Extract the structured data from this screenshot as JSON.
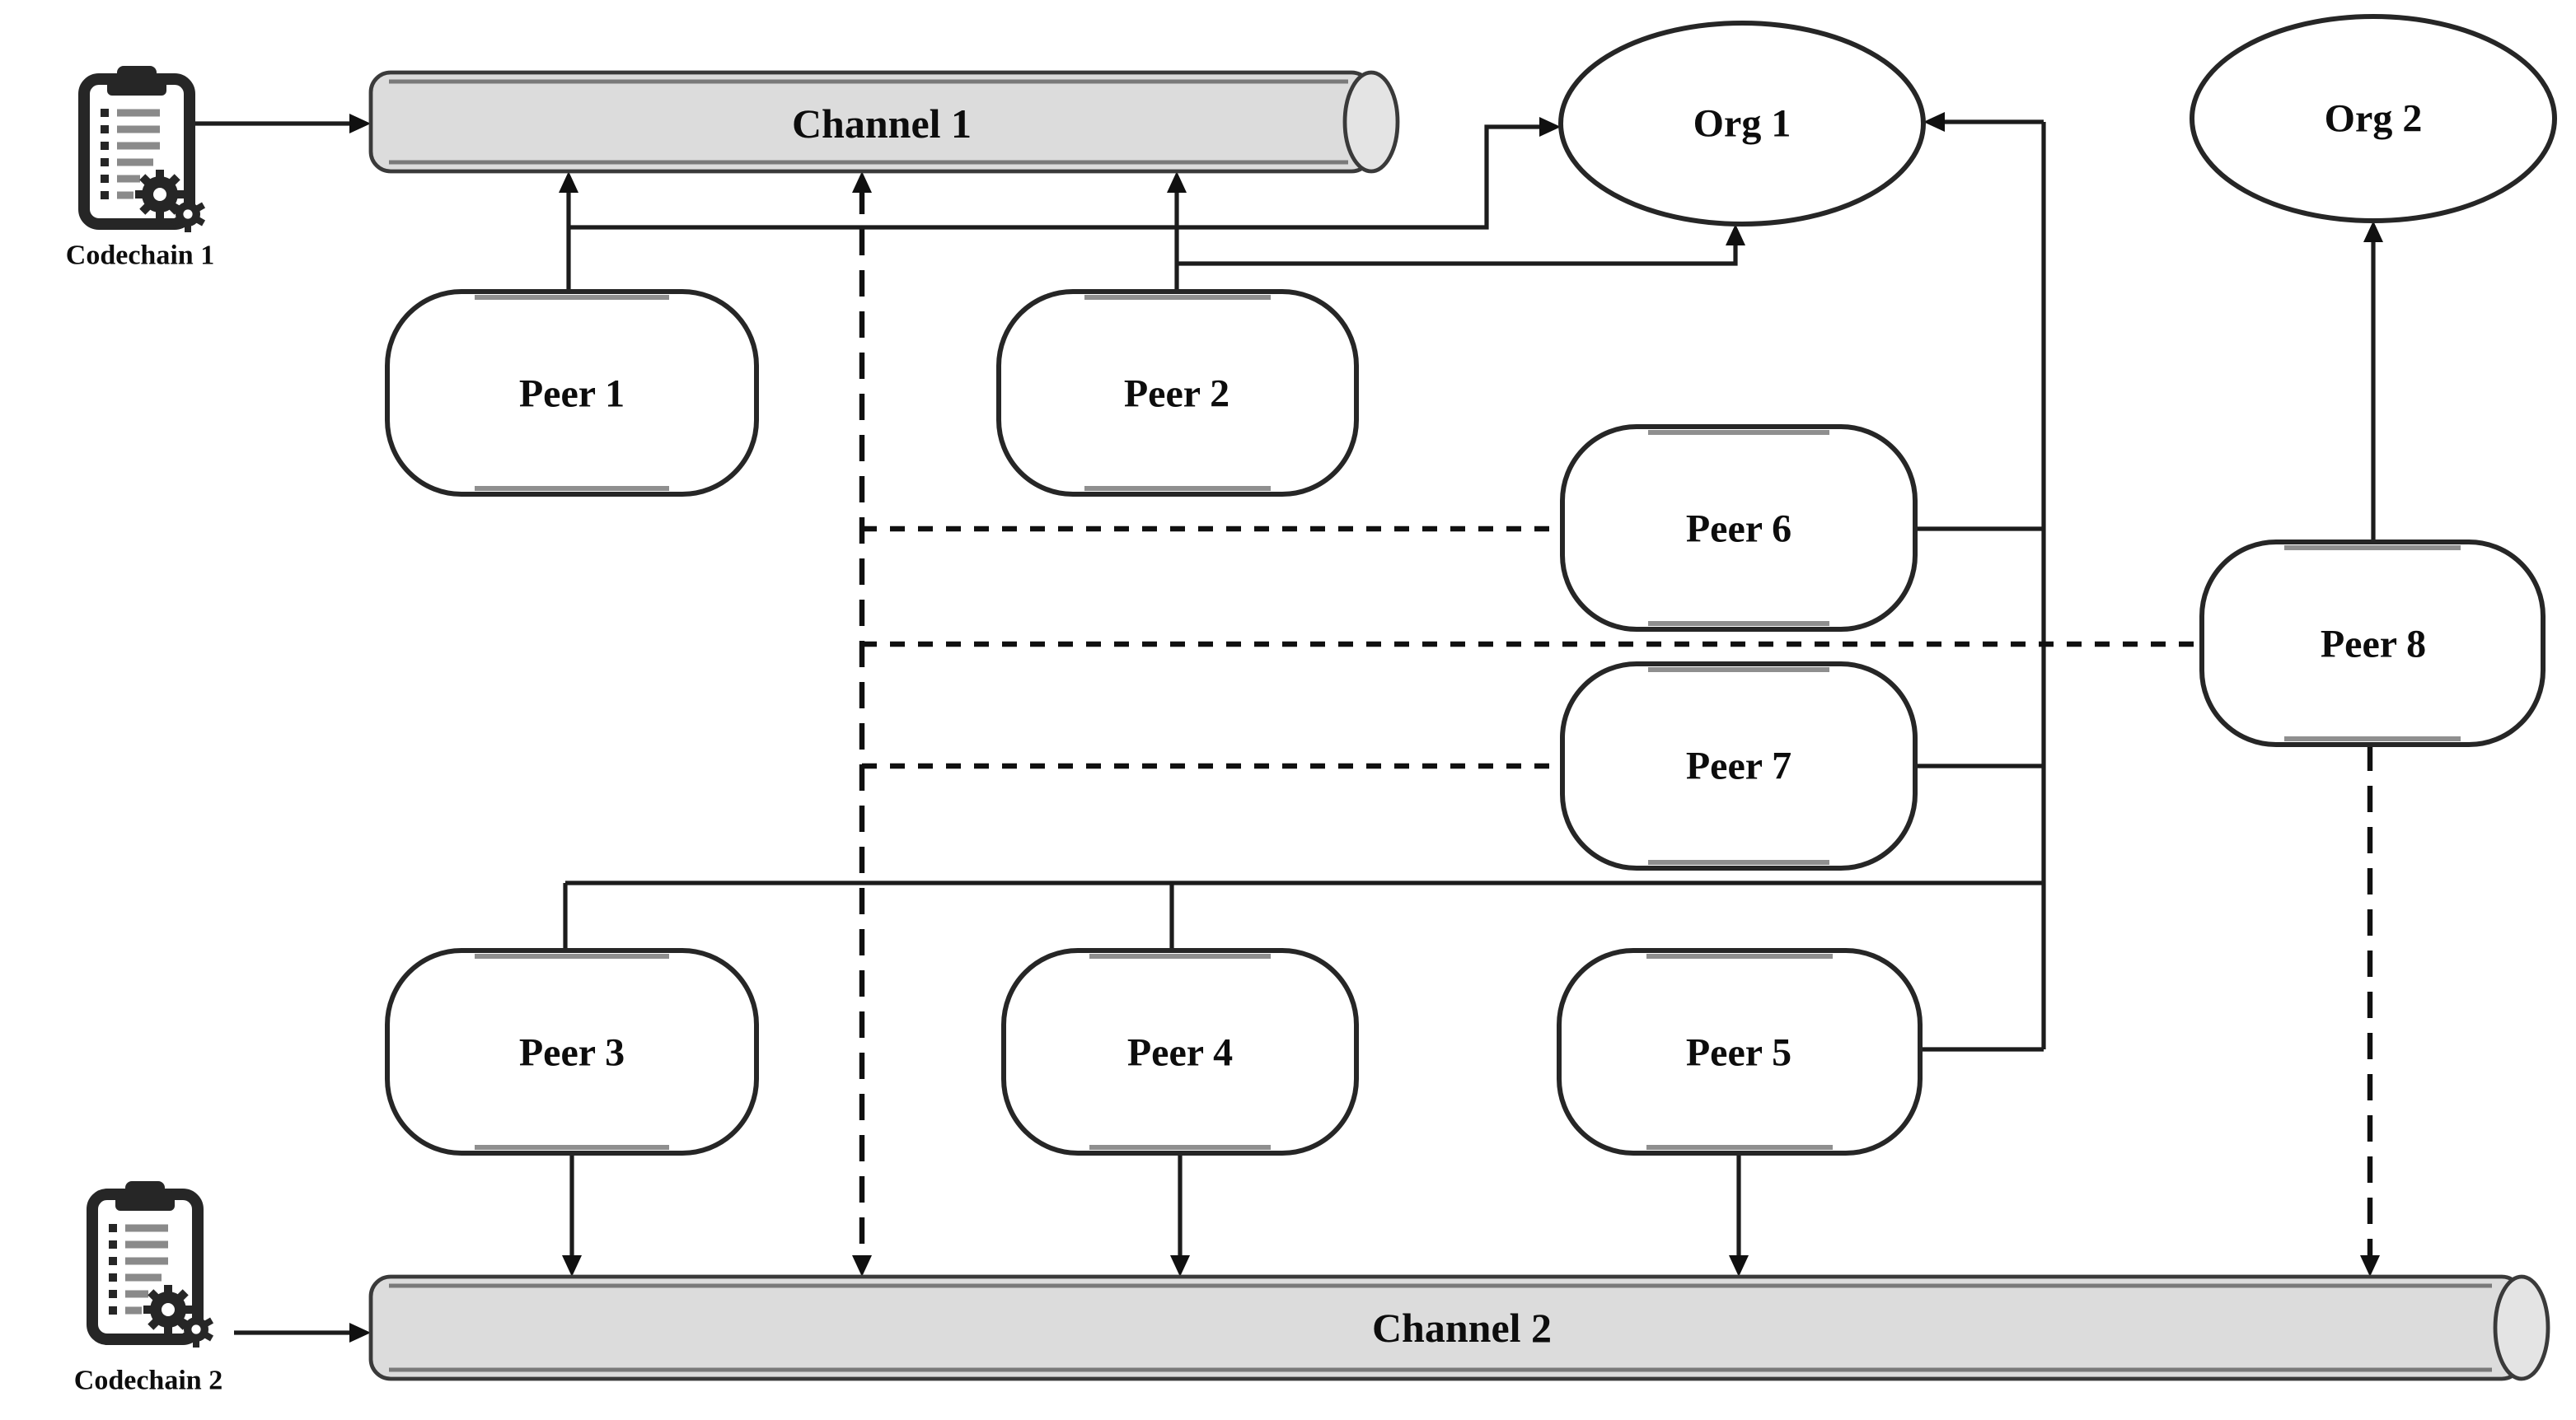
{
  "diagram": {
    "type": "blockchain-network-diagram",
    "background": "#ffffff",
    "nodes": {
      "codechain1": {
        "label": "Codechain 1",
        "shape": "clipboard-gears-icon"
      },
      "codechain2": {
        "label": "Codechain 2",
        "shape": "clipboard-gears-icon"
      },
      "channel1": {
        "label": "Channel 1",
        "shape": "cylinder"
      },
      "channel2": {
        "label": "Channel 2",
        "shape": "cylinder"
      },
      "org1": {
        "label": "Org 1",
        "shape": "ellipse"
      },
      "org2": {
        "label": "Org 2",
        "shape": "ellipse"
      },
      "peer1": {
        "label": "Peer 1",
        "shape": "stadium"
      },
      "peer2": {
        "label": "Peer 2",
        "shape": "stadium"
      },
      "peer3": {
        "label": "Peer 3",
        "shape": "stadium"
      },
      "peer4": {
        "label": "Peer 4",
        "shape": "stadium"
      },
      "peer5": {
        "label": "Peer 5",
        "shape": "stadium"
      },
      "peer6": {
        "label": "Peer 6",
        "shape": "stadium"
      },
      "peer7": {
        "label": "Peer 7",
        "shape": "stadium"
      },
      "peer8": {
        "label": "Peer 8",
        "shape": "stadium"
      }
    },
    "edges": [
      {
        "from": "codechain1",
        "to": "channel1",
        "style": "solid",
        "arrow": "to"
      },
      {
        "from": "peer1",
        "to": "channel1",
        "style": "solid",
        "arrow": "to"
      },
      {
        "from": "peer2",
        "to": "channel1",
        "style": "solid",
        "arrow": "to"
      },
      {
        "from": "peer1",
        "to": "org1",
        "style": "solid",
        "arrow": "to",
        "note": "enters org1 left side"
      },
      {
        "from": "peer2",
        "to": "org1",
        "style": "solid",
        "arrow": "to",
        "note": "enters org1 bottom"
      },
      {
        "from": "peer6",
        "to": "org1",
        "style": "solid",
        "arrow": "to",
        "note": "via shared right trunk"
      },
      {
        "from": "peer7",
        "to": "org1",
        "style": "solid",
        "arrow": "to",
        "note": "via shared right trunk"
      },
      {
        "from": "peer3",
        "to": "org1",
        "style": "solid",
        "arrow": "to",
        "note": "via horizontal bus and right trunk"
      },
      {
        "from": "peer4",
        "to": "org1",
        "style": "solid",
        "arrow": "to",
        "note": "via horizontal bus and right trunk"
      },
      {
        "from": "peer5",
        "to": "org1",
        "style": "solid",
        "arrow": "to",
        "note": "via shared right trunk"
      },
      {
        "from": "channel1",
        "to": "channel2",
        "style": "dashed",
        "arrow": "both"
      },
      {
        "from": "peer6",
        "to": "channel1-channel2-link",
        "style": "dashed",
        "arrow": "none"
      },
      {
        "from": "peer7",
        "to": "channel1-channel2-link",
        "style": "dashed",
        "arrow": "none"
      },
      {
        "from": "peer8",
        "to": "channel1-channel2-link",
        "style": "dashed",
        "arrow": "none"
      },
      {
        "from": "peer8",
        "to": "org2",
        "style": "solid",
        "arrow": "to"
      },
      {
        "from": "peer8",
        "to": "channel2",
        "style": "dashed",
        "arrow": "to"
      },
      {
        "from": "peer3",
        "to": "channel2",
        "style": "solid",
        "arrow": "to"
      },
      {
        "from": "peer4",
        "to": "channel2",
        "style": "solid",
        "arrow": "to"
      },
      {
        "from": "peer5",
        "to": "channel2",
        "style": "solid",
        "arrow": "to"
      },
      {
        "from": "codechain2",
        "to": "channel2",
        "style": "solid",
        "arrow": "to"
      }
    ],
    "colors": {
      "cylinder_fill": "#dcdcdc",
      "cylinder_stroke": "#3a3a3a",
      "cylinder_inner_edge": "#7a7a7a",
      "node_fill": "#ffffff",
      "node_stroke": "#262626",
      "line": "#1c1c1c",
      "icon": "#262626"
    }
  }
}
